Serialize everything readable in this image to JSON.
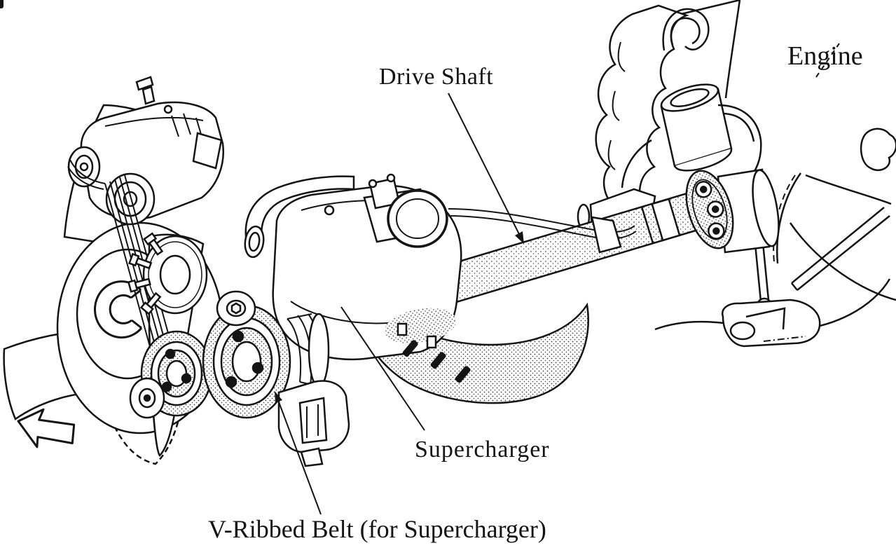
{
  "figure": {
    "background_color": "#ffffff",
    "line_color": "#141414"
  },
  "labels": {
    "drive_shaft": "Drive Shaft",
    "engine": "Engine",
    "supercharger": "Supercharger",
    "v_ribbed_belt": "V-Ribbed Belt (for Supercharger)"
  }
}
